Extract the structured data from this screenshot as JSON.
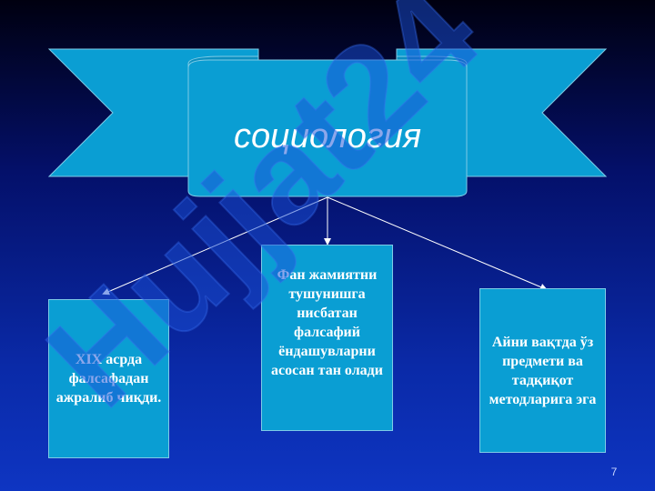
{
  "banner": {
    "title": "социология"
  },
  "boxes": {
    "left": "XIX асрда фалсафадан ажралиб чиқди.",
    "center": "Фан жамиятни тушунишга нисбатан фалсафий ёндашувларни асосан тан олади",
    "right": "Айни вақтда ўз предмети ва тадқиқот методларига эга"
  },
  "watermark": {
    "text": "Hujjat24"
  },
  "slide": {
    "number": "7"
  },
  "colors": {
    "box_fill": "#0a9ed3",
    "box_border": "#7ecbe6",
    "background": "#0a2aa8",
    "text": "#ffffff"
  }
}
